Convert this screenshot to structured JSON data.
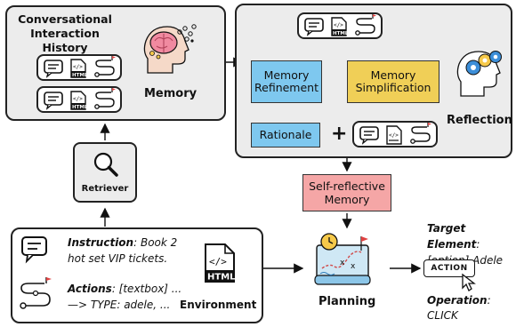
{
  "history": {
    "title": "Conversational Interaction History",
    "memory_label": "Memory"
  },
  "retriever": {
    "label": "Retriever"
  },
  "reflection": {
    "refine": "Memory Refinement",
    "simplify": "Memory Simplification",
    "rationale": "Rationale",
    "plus": "+",
    "label": "Reflection"
  },
  "self_reflective": {
    "label": "Self-reflective Memory"
  },
  "environment": {
    "instruction_label": "Instruction",
    "instruction_text": ": Book 2 hot set VIP tickets.",
    "actions_label": "Actions",
    "actions_text": ": [textbox] ... —> TYPE: adele, ...",
    "html_badge": "HTML",
    "label": "Environment"
  },
  "planning": {
    "label": "Planning"
  },
  "output": {
    "target_label": "Target Element",
    "target_colon": ":",
    "target_value": "[option] Adele",
    "action_badge": "ACTION",
    "operation_label": "Operation",
    "operation_colon": ":",
    "operation_value": "CLICK"
  },
  "icon_html": "HTML",
  "colors": {
    "panel": "#ececec",
    "refine_blue": "#7ec8ef",
    "simplify_yellow": "#f0cf57",
    "rationale_blue": "#7ec8ef",
    "selfref_red": "#f5a6a6",
    "brain_pink": "#f08aa0",
    "brain_yellow": "#f6c94a",
    "gear_blue": "#3c8ed8"
  }
}
